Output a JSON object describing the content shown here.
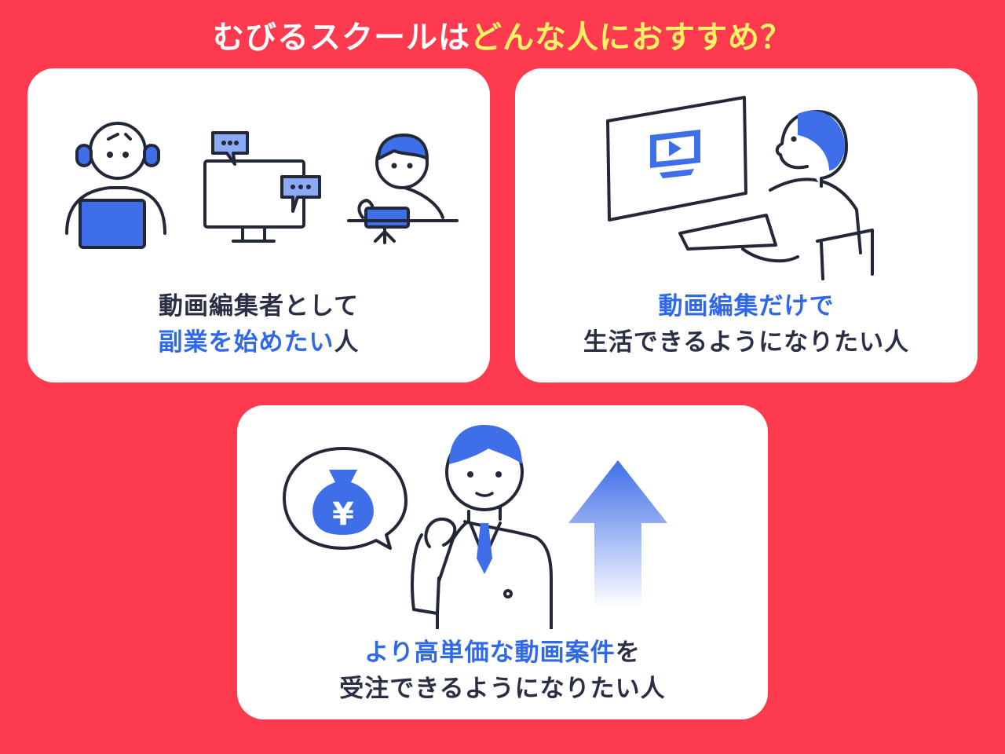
{
  "title": {
    "part1": "むびるスクールは",
    "part2": "どんな人におすすめ？",
    "part1_color": "#ffffff",
    "part2_color": "#fff267"
  },
  "colors": {
    "background": "#fe3a4f",
    "card": "#ffffff",
    "accent_blue": "#2f68e8",
    "text_dark": "#2a2f45",
    "illustration_blue": "#3e6fe8"
  },
  "cards": [
    {
      "illustration": [
        "person-headphones-laptop-icon",
        "monitor-chat-bubbles-icon",
        "person-camera-tripod-icon"
      ],
      "line1": "動画編集者として",
      "line2_highlight": "副業を始めたい",
      "line2_rest": "人"
    },
    {
      "illustration": [
        "person-typing-video-monitor-icon"
      ],
      "line1_highlight": "動画編集だけで",
      "line2": "生活できるようになりたい人"
    },
    {
      "illustration": [
        "yen-moneybag-speech-bubble-icon",
        "businessman-fist-icon",
        "up-arrow-icon"
      ],
      "yen_symbol": "¥",
      "line1_highlight": "より高単価な動画案件",
      "line1_rest": "を",
      "line2": "受注できるようになりたい人"
    }
  ]
}
